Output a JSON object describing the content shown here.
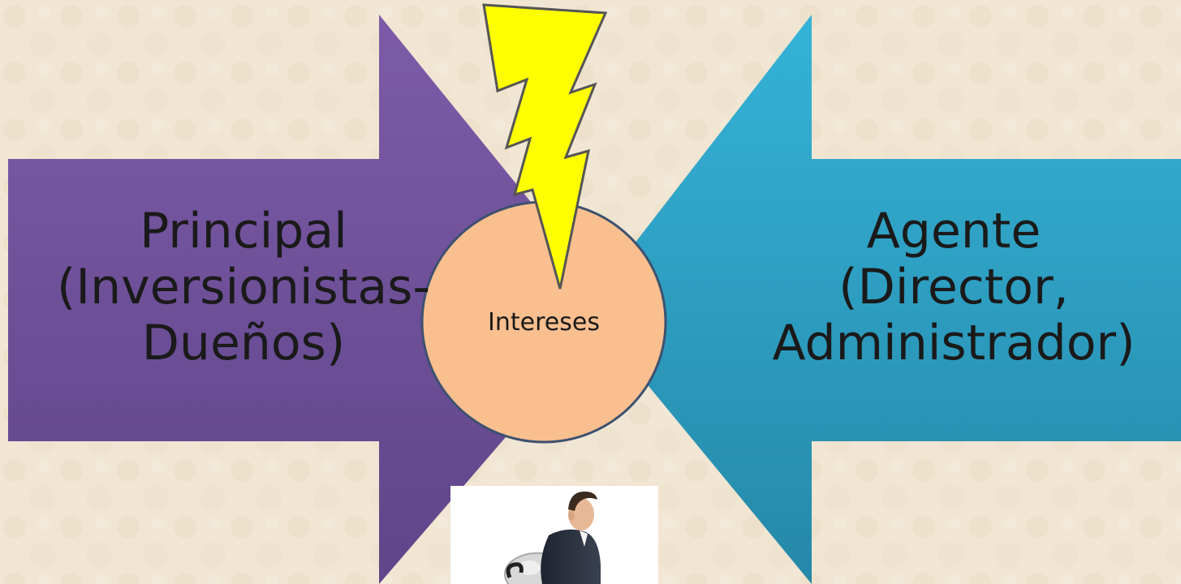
{
  "slide": {
    "background_color": "#f0e6d3",
    "left_arrow": {
      "lines": [
        "Principal",
        "(Inversionistas-",
        "Dueños)"
      ],
      "color_top": "#7d5ba8",
      "color_bottom": "#5f4589"
    },
    "right_arrow": {
      "lines": [
        "Agente",
        "(Director,",
        "Administrador)"
      ],
      "color_top": "#35b3d8",
      "color_bottom": "#2588a8"
    },
    "center_circle": {
      "label": "Intereses",
      "fill": "#f9bf8f",
      "stroke": "#3d5170"
    },
    "lightning_bolt": {
      "icon": "lightning-bolt-icon",
      "fill": "#ffff00",
      "stroke": "#555555"
    },
    "photo": {
      "icon": "businessman-carrying-moneybag-photo"
    }
  }
}
